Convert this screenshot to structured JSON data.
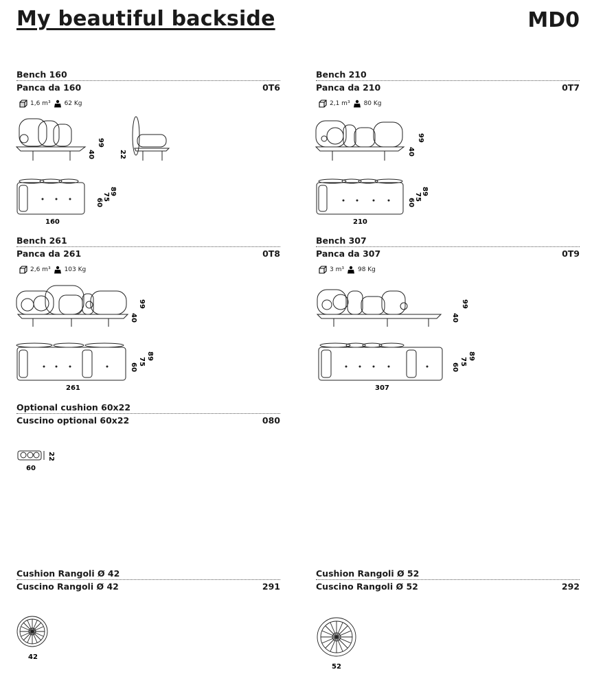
{
  "header": {
    "title": "My beautiful backside",
    "code": "MD0"
  },
  "products": [
    {
      "en": "Bench 160",
      "it": "Panca da 160",
      "code": "0T6",
      "volume": "1,6 m³",
      "weight": "62 Kg",
      "dims": {
        "w": "160",
        "h1": "99",
        "h2": "40",
        "h3": "22",
        "d1": "60",
        "d2": "75",
        "d3": "89"
      }
    },
    {
      "en": "Bench 210",
      "it": "Panca da 210",
      "code": "0T7",
      "volume": "2,1 m³",
      "weight": "80 Kg",
      "dims": {
        "w": "210",
        "h1": "99",
        "h2": "40",
        "d1": "60",
        "d2": "75",
        "d3": "89"
      }
    },
    {
      "en": "Bench 261",
      "it": "Panca da 261",
      "code": "0T8",
      "volume": "2,6 m³",
      "weight": "103 Kg",
      "dims": {
        "w": "261",
        "h1": "99",
        "h2": "40",
        "d1": "60",
        "d2": "75",
        "d3": "89"
      }
    },
    {
      "en": "Bench 307",
      "it": "Panca da 307",
      "code": "0T9",
      "volume": "3 m³",
      "weight": "98 Kg",
      "dims": {
        "w": "307",
        "h1": "99",
        "h2": "40",
        "d1": "60",
        "d2": "75",
        "d3": "89"
      }
    },
    {
      "en": "Optional cushion 60x22",
      "it": "Cuscino optional 60x22",
      "code": "080",
      "dims": {
        "w": "60",
        "h": "22"
      }
    },
    {
      "en": "Cushion Rangoli Ø 42",
      "it": "Cuscino Rangoli Ø 42",
      "code": "291",
      "dims": {
        "w": "42"
      }
    },
    {
      "en": "Cushion Rangoli Ø 52",
      "it": "Cuscino Rangoli Ø 52",
      "code": "292",
      "dims": {
        "w": "52"
      }
    }
  ]
}
